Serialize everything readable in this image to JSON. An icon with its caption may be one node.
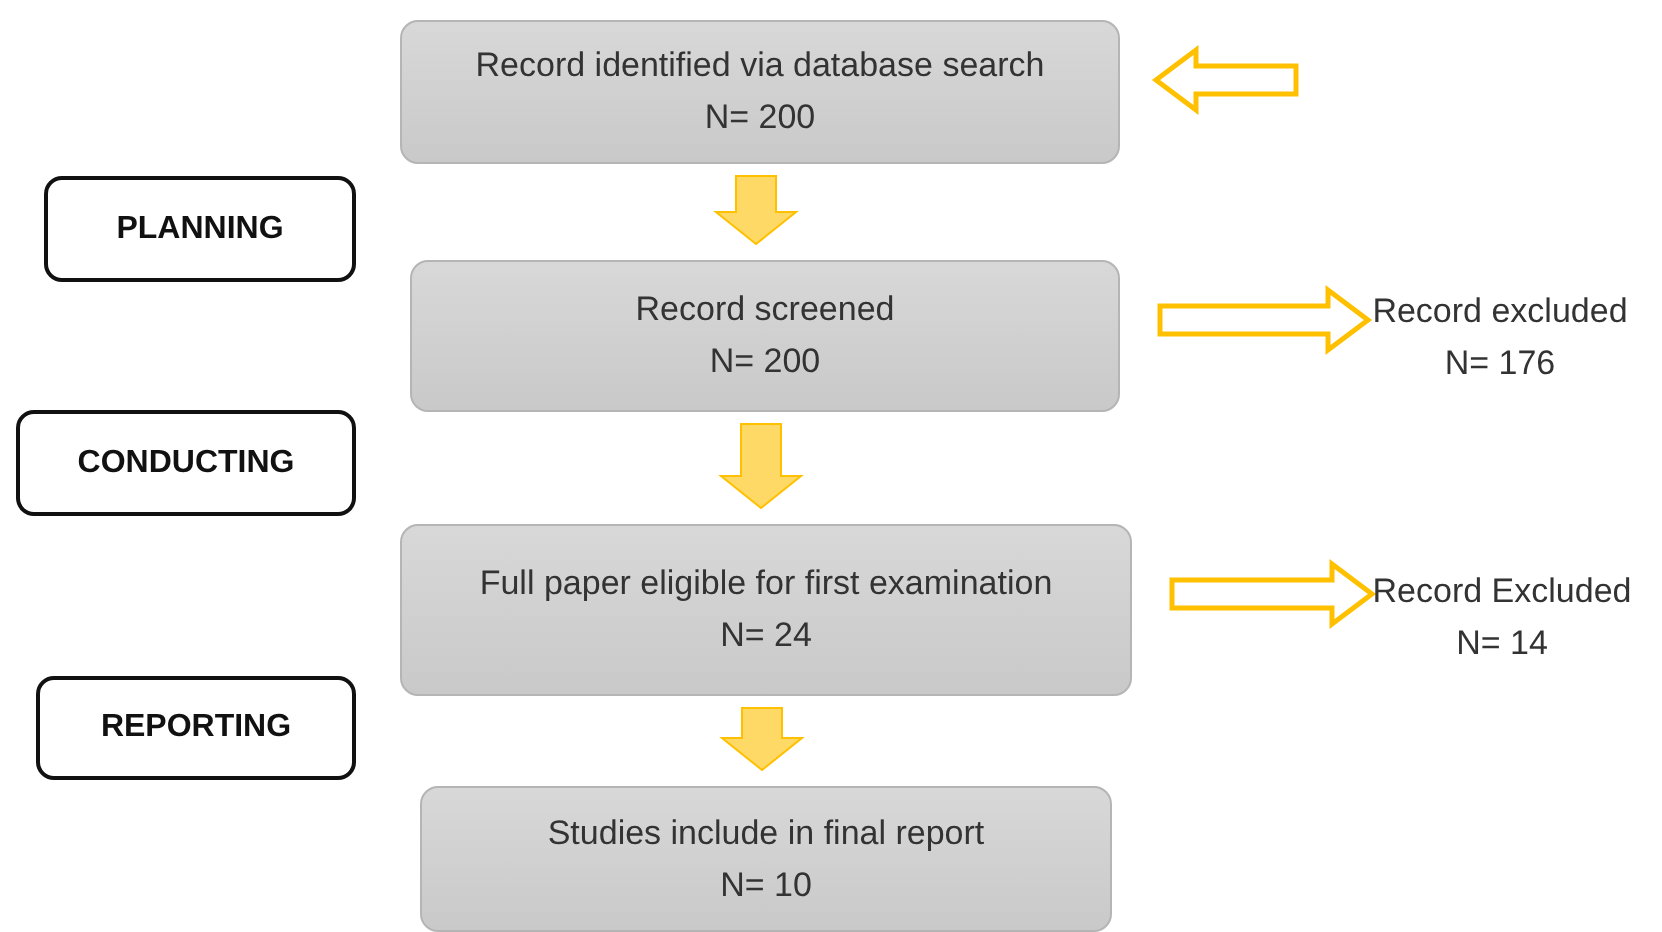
{
  "diagram": {
    "nodes": [
      {
        "text": [
          "Record identified via database search",
          "N= 200"
        ]
      },
      {
        "text": [
          "PLANNING"
        ]
      },
      {
        "text": [
          "Record screened",
          "N= 200"
        ]
      },
      {
        "text": [
          "Record excluded",
          "N= 176"
        ]
      },
      {
        "text": [
          "CONDUCTING"
        ]
      },
      {
        "text": [
          "Full paper eligible for first examination",
          "N= 24"
        ]
      },
      {
        "text": [
          "Record Excluded",
          "N= 14"
        ]
      },
      {
        "text": [
          "REPORTING"
        ]
      },
      {
        "text": [
          "Studies include in final report",
          "N= 10"
        ]
      }
    ],
    "edges": [
      {
        "from": null,
        "to": 0,
        "arrow": "to"
      },
      {
        "from": 0,
        "to": 2,
        "arrow": "to"
      },
      {
        "from": 2,
        "to": 3,
        "arrow": "to"
      },
      {
        "from": 2,
        "to": 5,
        "arrow": "to"
      },
      {
        "from": 5,
        "to": 6,
        "arrow": "to"
      },
      {
        "from": 5,
        "to": 8,
        "arrow": "to"
      }
    ]
  }
}
